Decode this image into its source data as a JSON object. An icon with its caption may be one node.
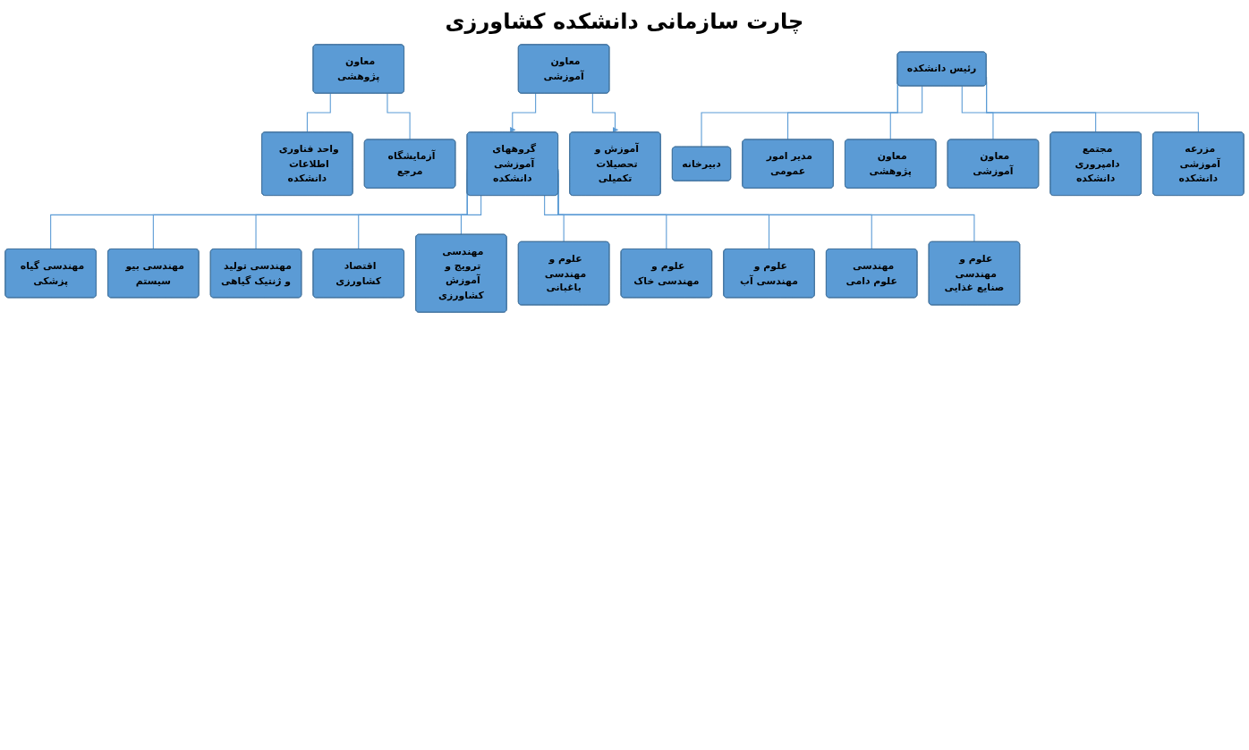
{
  "diagram": {
    "title": "چارت سازمانی دانشکده کشاورزی",
    "nodes": [
      {
        "text": [
          "رئیس دانشکده"
        ]
      },
      {
        "text": [
          "مزرعه آموزشی دانشکده"
        ]
      },
      {
        "text": [
          "مجتمع دامپروری دانشکده"
        ]
      },
      {
        "text": [
          "معاون آموزشی"
        ]
      },
      {
        "text": [
          "معاون پژوهشی"
        ]
      },
      {
        "text": [
          "مدیر امور عمومی"
        ]
      },
      {
        "text": [
          "دبیرخانه"
        ]
      },
      {
        "text": [
          "معاون آموزشی"
        ]
      },
      {
        "text": [
          "آموزش و تحصیلات تکمیلی"
        ]
      },
      {
        "text": [
          "گروههای آموزشی دانشکده"
        ]
      },
      {
        "text": [
          "مهندسی گیاه پزشکی"
        ]
      },
      {
        "text": [
          "مهندسی بیو سیستم"
        ]
      },
      {
        "text": [
          "مهندسی تولید و ژنتیک گیاهی"
        ]
      },
      {
        "text": [
          "اقتصاد کشاورزی"
        ]
      },
      {
        "text": [
          "مهندسی ترویج و آموزش کشاورزی"
        ]
      },
      {
        "text": [
          "علوم و مهندسی باغبانی"
        ]
      },
      {
        "text": [
          "علوم و مهندسی خاک"
        ]
      },
      {
        "text": [
          "علوم و مهندسی آب"
        ]
      },
      {
        "text": [
          "مهندسی علوم دامی"
        ]
      },
      {
        "text": [
          "علوم و مهندسی صنایع غذایی"
        ]
      },
      {
        "text": [
          "معاون پژوهشی"
        ]
      },
      {
        "text": [
          "آزمایشگاه مرجع"
        ]
      },
      {
        "text": [
          "واحد فناوری اطلاعات دانشکده"
        ]
      }
    ],
    "edges": [
      {
        "from": 0,
        "to": 1,
        "arrow": "none"
      },
      {
        "from": 0,
        "to": 2,
        "arrow": "none"
      },
      {
        "from": 0,
        "to": 3,
        "arrow": "none"
      },
      {
        "from": 0,
        "to": 4,
        "arrow": "none"
      },
      {
        "from": 0,
        "to": 5,
        "arrow": "none"
      },
      {
        "from": 0,
        "to": 6,
        "arrow": "none"
      },
      {
        "from": 7,
        "to": 8,
        "arrow": "to"
      },
      {
        "from": 7,
        "to": 9,
        "arrow": "to"
      },
      {
        "from": 9,
        "to": 10,
        "arrow": "none"
      },
      {
        "from": 9,
        "to": 11,
        "arrow": "none"
      },
      {
        "from": 9,
        "to": 12,
        "arrow": "none"
      },
      {
        "from": 9,
        "to": 13,
        "arrow": "none"
      },
      {
        "from": 9,
        "to": 14,
        "arrow": "none"
      },
      {
        "from": 9,
        "to": 15,
        "arrow": "none"
      },
      {
        "from": 9,
        "to": 16,
        "arrow": "none"
      },
      {
        "from": 9,
        "to": 17,
        "arrow": "none"
      },
      {
        "from": 9,
        "to": 18,
        "arrow": "none"
      },
      {
        "from": 9,
        "to": 19,
        "arrow": "none"
      },
      {
        "from": 20,
        "to": 21,
        "arrow": "none"
      },
      {
        "from": 20,
        "to": 22,
        "arrow": "none"
      }
    ]
  }
}
